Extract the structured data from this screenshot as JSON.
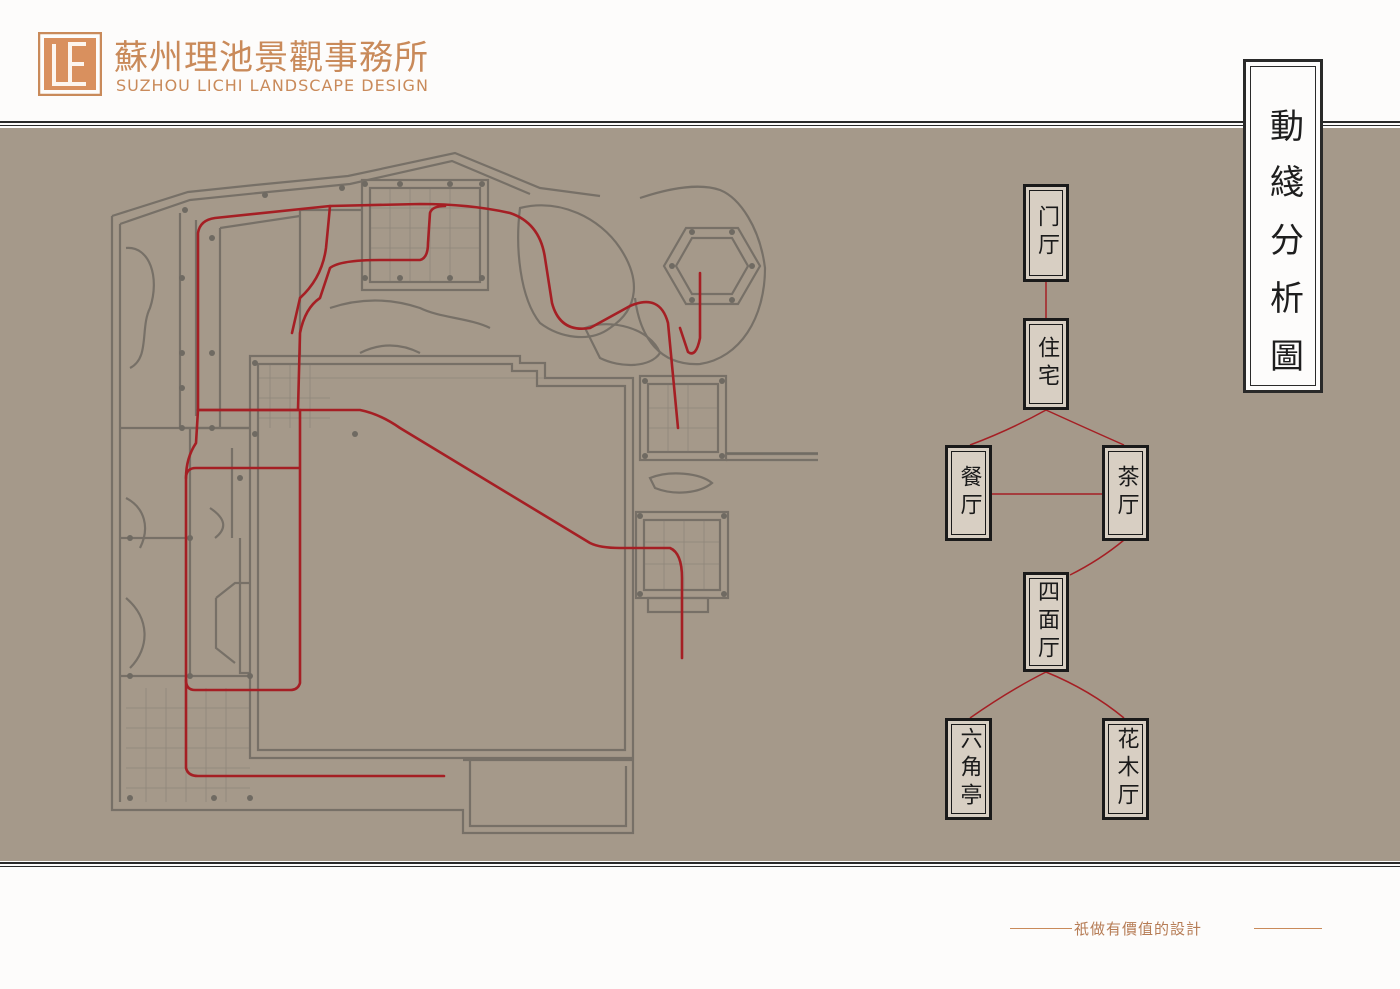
{
  "brand": {
    "name_cn": "蘇州理池景觀事務所",
    "name_en": "SUZHOU LICHI LANDSCAPE DESIGN",
    "logo_glyph": "LE",
    "color": "#c98a5a"
  },
  "title": {
    "chars": [
      "動",
      "綫",
      "分",
      "析",
      "圖"
    ]
  },
  "nodes": [
    {
      "id": "men",
      "label": "门厅"
    },
    {
      "id": "zhuzhai",
      "label": "住宅"
    },
    {
      "id": "canting",
      "label": "餐厅"
    },
    {
      "id": "chating",
      "label": "茶厅"
    },
    {
      "id": "simianting",
      "label": "四面厅"
    },
    {
      "id": "liujiaoting",
      "label": "六角亭"
    },
    {
      "id": "huamuting",
      "label": "花木厅"
    }
  ],
  "slogan": "祇做有價值的設計",
  "colors": {
    "route": "#a51f24",
    "parchment": "#a5998a",
    "ink": "#1a1a1a"
  }
}
